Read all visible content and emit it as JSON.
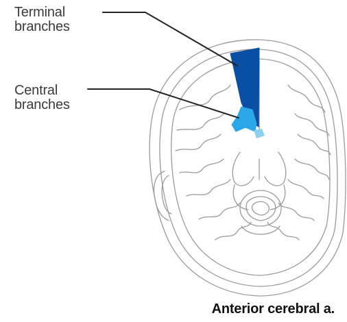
{
  "labels": {
    "terminal": {
      "line1": "Terminal",
      "line2": "branches"
    },
    "central": {
      "line1": "Central",
      "line2": "branches"
    }
  },
  "caption": "Anterior cerebral a.",
  "colors": {
    "terminal_territory": "#0a4fa6",
    "central_territory": "#2aa7e8",
    "outline": "#9a9a9a",
    "leader_line": "#222222"
  },
  "icons": [
    "brain-axial-section"
  ]
}
